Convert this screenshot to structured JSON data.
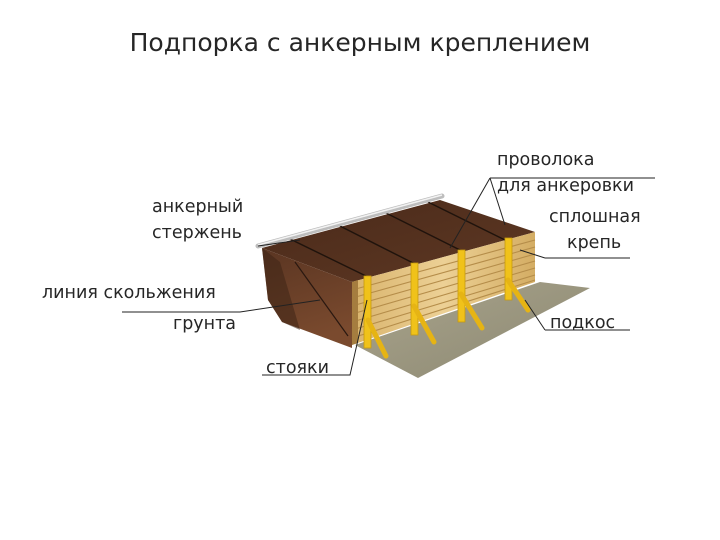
{
  "title": "Подпорка с анкерным креплением",
  "labels": {
    "anchor_rod_l1": "анкерный",
    "anchor_rod_l2": "стержень",
    "wire_l1": "проволока",
    "wire_l2": "для анкеровки",
    "sheeting_l1": "сплошная",
    "sheeting_l2": "крепь",
    "slip_line_l1": "линия скольжения",
    "slip_line_l2": "грунта",
    "strut": "подкос",
    "posts": "стояки"
  },
  "colors": {
    "soil_top": "#553220",
    "soil_front": "#6a4129",
    "soil_dark": "#3e2416",
    "boards": "#e2c07a",
    "board_shadow": "#b89350",
    "posts": "#f0c21a",
    "ground": "#9a9680",
    "rod": "#c8c8c8"
  }
}
